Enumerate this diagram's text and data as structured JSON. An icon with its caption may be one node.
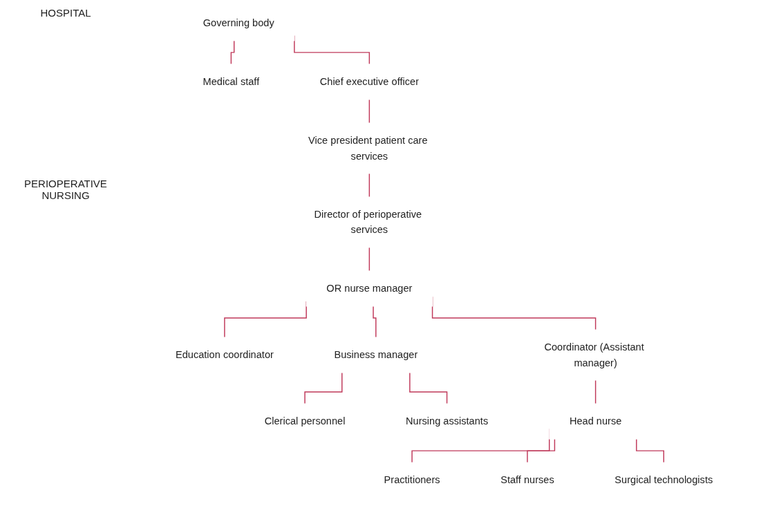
{
  "diagram": {
    "nodes": [
      {
        "text": [
          "Governing body"
        ]
      },
      {
        "text": [
          "Medical staff"
        ]
      },
      {
        "text": [
          "Chief executive officer"
        ]
      },
      {
        "text": [
          "Vice president patient care services"
        ]
      },
      {
        "text": [
          "Director of perioperative services"
        ]
      },
      {
        "text": [
          "OR nurse manager"
        ]
      },
      {
        "text": [
          "Education coordinator"
        ]
      },
      {
        "text": [
          "Coordinator (Assistant manager)"
        ]
      },
      {
        "text": [
          "Business manager"
        ]
      },
      {
        "text": [
          "Clerical personnel"
        ]
      },
      {
        "text": [
          "Nursing assistants"
        ]
      },
      {
        "text": [
          "Head nurse"
        ]
      },
      {
        "text": [
          "Practitioners"
        ]
      },
      {
        "text": [
          "Staff nurses"
        ]
      },
      {
        "text": [
          "Surgical technologists"
        ]
      }
    ],
    "edges": [
      {
        "from": 0,
        "to": 1,
        "arrow": "none"
      },
      {
        "from": 0,
        "to": 2,
        "arrow": "none"
      },
      {
        "from": 2,
        "to": 3,
        "arrow": "none"
      },
      {
        "from": 3,
        "to": 4,
        "arrow": "none"
      },
      {
        "from": 4,
        "to": 5,
        "arrow": "none"
      },
      {
        "from": 5,
        "to": 6,
        "arrow": "none"
      },
      {
        "from": 5,
        "to": 7,
        "arrow": "none"
      },
      {
        "from": 5,
        "to": 8,
        "arrow": "none"
      },
      {
        "from": 8,
        "to": 9,
        "arrow": "none"
      },
      {
        "from": 8,
        "to": 10,
        "arrow": "none"
      },
      {
        "from": 7,
        "to": 11,
        "arrow": "none"
      },
      {
        "from": 11,
        "to": 12,
        "arrow": "none"
      },
      {
        "from": 11,
        "to": 13,
        "arrow": "none"
      },
      {
        "from": 11,
        "to": 14,
        "arrow": "none"
      }
    ],
    "labels": [
      "HOSPITAL",
      "PERIOPERATIVE NURSING"
    ]
  }
}
